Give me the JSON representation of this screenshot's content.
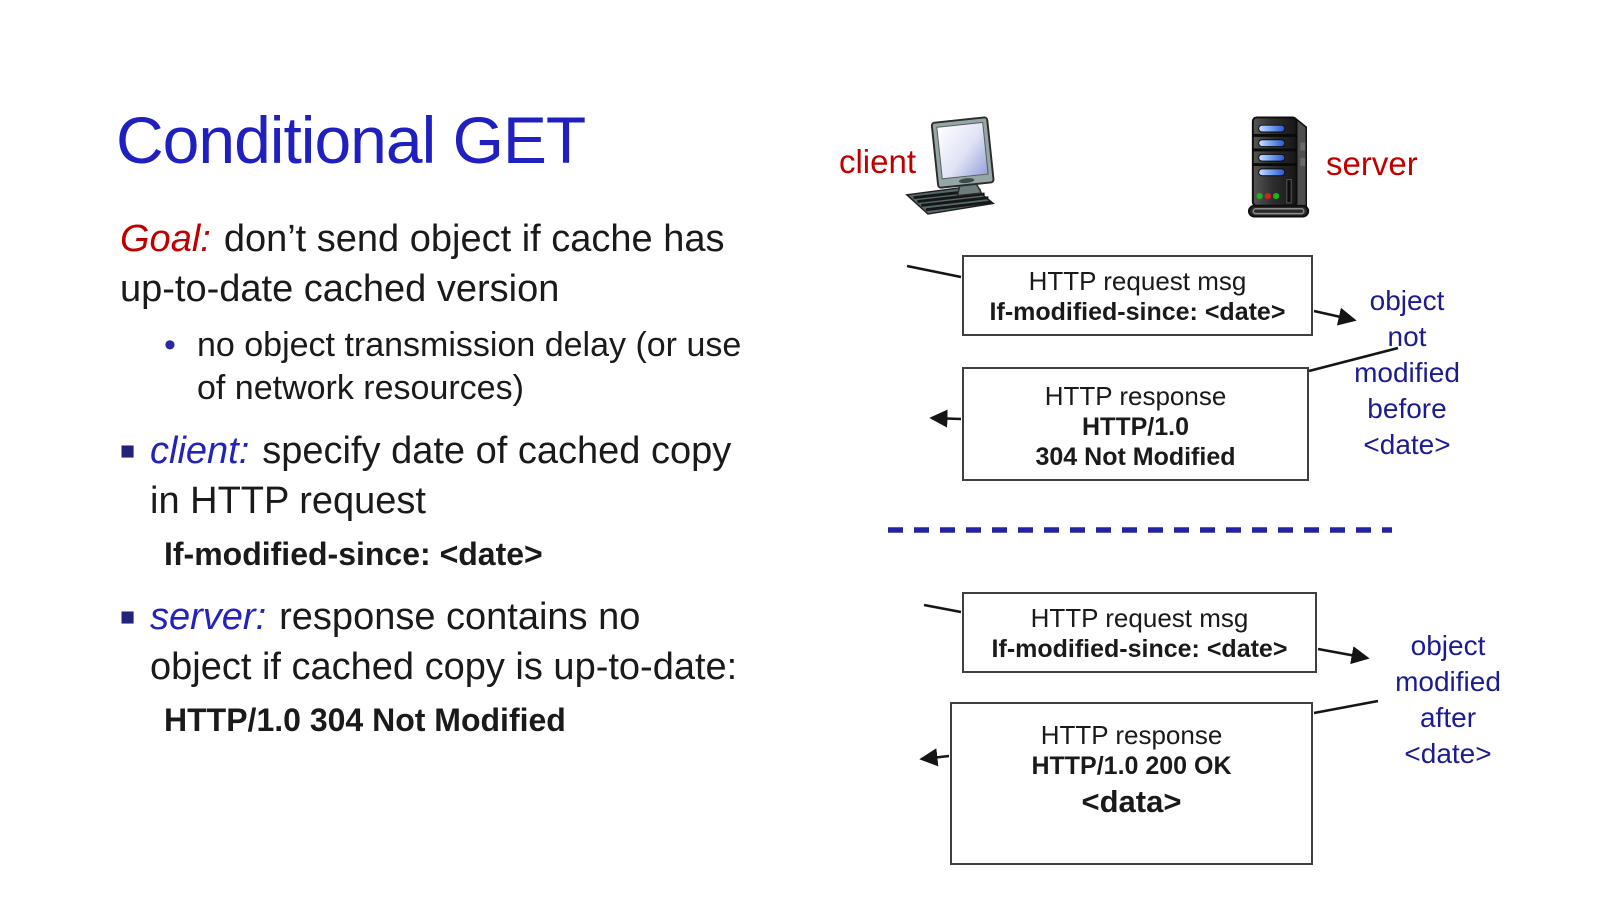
{
  "theme": {
    "title_blue": "#2020C0",
    "term_blue": "#2323BC",
    "annotation_blue": "#1C1C90",
    "accent_red": "#C00000",
    "dash_blue": "#2323A2",
    "square_bullet_blue": "#23237A",
    "round_bullet_blue": "#2A2A9E",
    "text_black": "#1A1A1A",
    "box_border": "#3F3F3F"
  },
  "slide": {
    "title": "Conditional GET",
    "goal": {
      "label": "Goal:",
      "line1": "don’t send object if cache has",
      "line2": "up-to-date cached version"
    },
    "sub_bullet": {
      "marker": "•",
      "line1": "no object transmission delay (or use",
      "line2": "of network resources)"
    },
    "client_bullet": {
      "marker": "■",
      "term": "client:",
      "line1": "specify date of cached copy",
      "line2": "in HTTP request",
      "code": "If-modified-since: <date>"
    },
    "server_bullet": {
      "marker": "■",
      "term": "server:",
      "line1": "response contains no",
      "line2": "object if cached copy is up-to-date:",
      "code": "HTTP/1.0 304 Not Modified"
    }
  },
  "diagram": {
    "client_label": "client",
    "server_label": "server",
    "case1": {
      "request": {
        "line1": "HTTP request msg",
        "line2": "If-modified-since: <date>"
      },
      "response": {
        "line1": "HTTP response",
        "line2": "HTTP/1.0",
        "line3": "304 Not Modified"
      },
      "annotation": "object\nnot\nmodified\nbefore\n<date>"
    },
    "case2": {
      "request": {
        "line1": "HTTP request msg",
        "line2": "If-modified-since: <date>"
      },
      "response": {
        "line1": "HTTP response",
        "line2": "HTTP/1.0 200 OK",
        "line3": "<data>"
      },
      "annotation": "object\nmodified\nafter\n<date>"
    }
  }
}
